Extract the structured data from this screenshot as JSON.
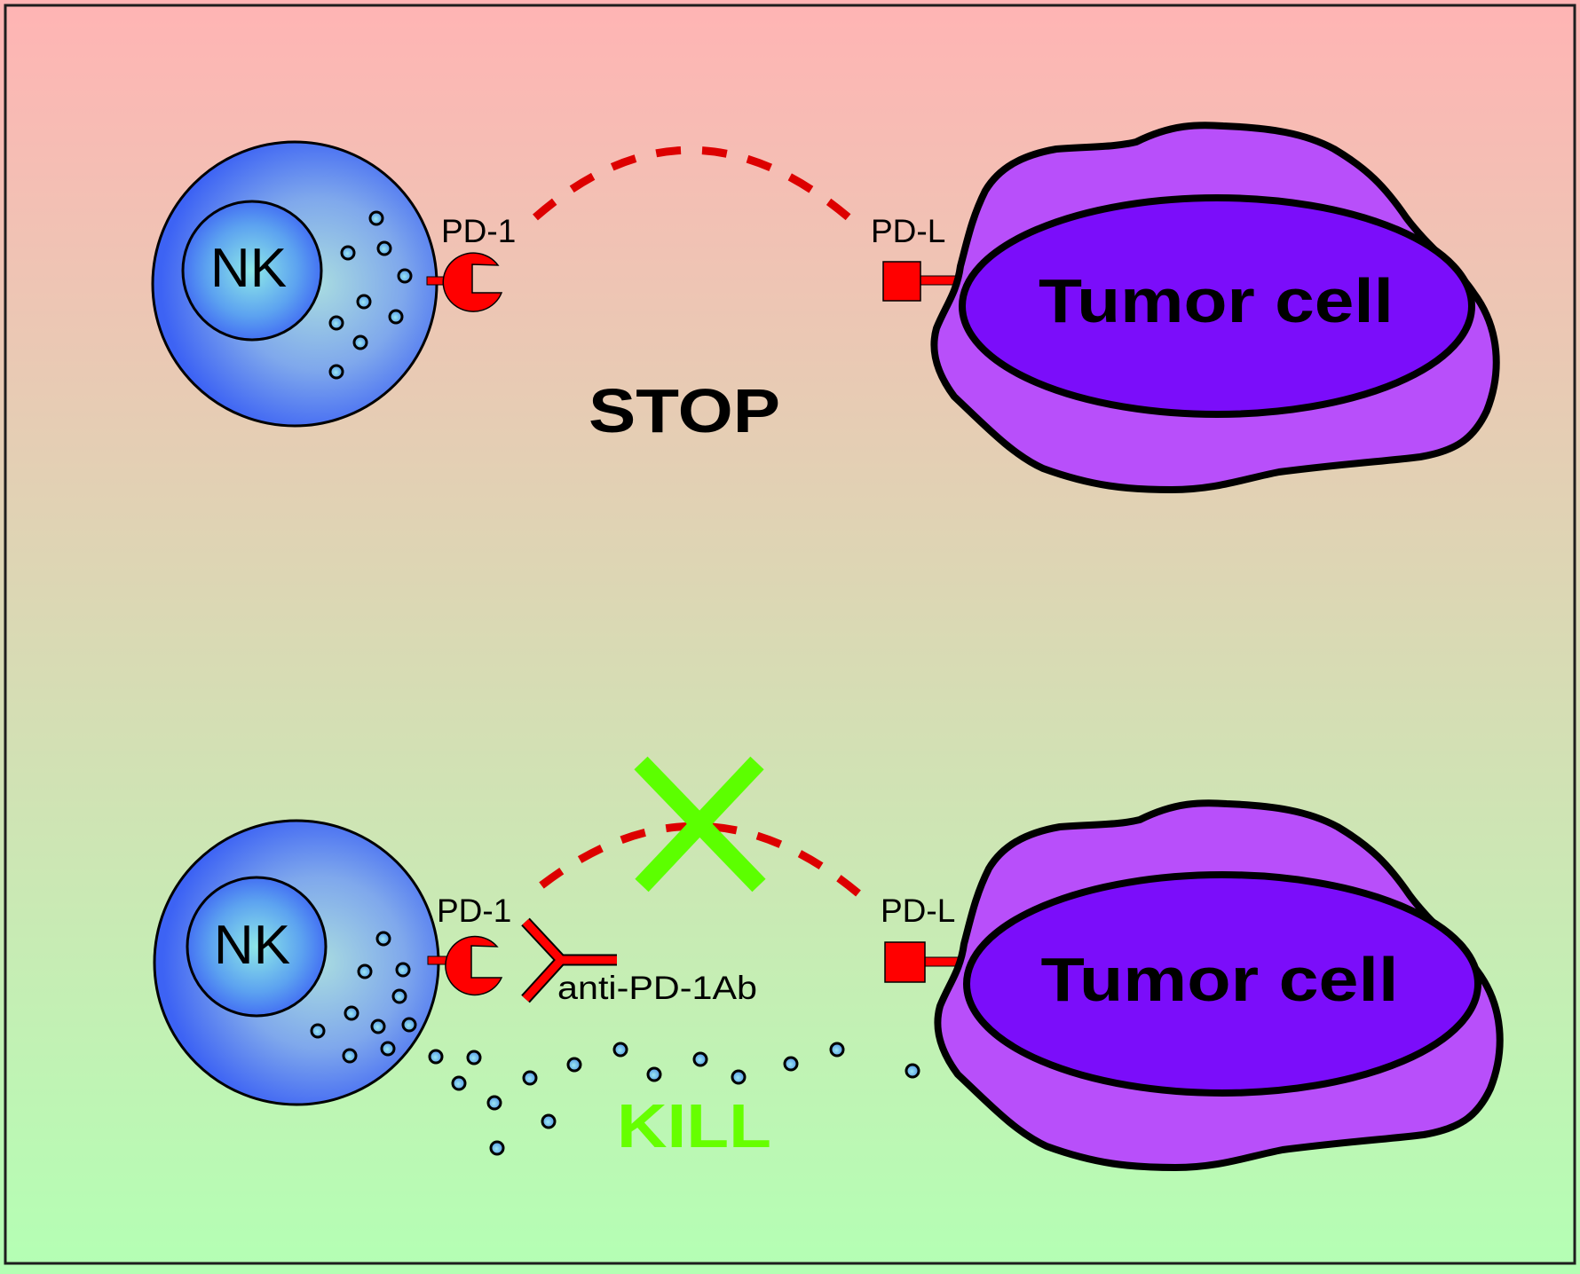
{
  "diagram": {
    "title": "PD-1 / PD-L checkpoint blockade of NK cells",
    "background": {
      "top_color": "#FFB4B4",
      "bottom_color": "#B4FFB4",
      "border_color": "#1E1E1E"
    },
    "colors": {
      "receptor": "#FF0000",
      "interaction_line": "#DD0000",
      "block_mark": "#5CFF00",
      "kill_text": "#66FF00",
      "tumor_cytoplasm": "#B84FFA",
      "tumor_nucleus": "#7B0DFA",
      "nk_edge": "#3D63F4",
      "nk_center": "#A9DCE0",
      "granule_light": "#9BE7F2",
      "granule_dark": "#4C8FE8"
    },
    "panels": [
      {
        "id": "top",
        "nk_label": "NK",
        "receptor_label": "PD-1",
        "ligand_label": "PD-L",
        "tumor_label": "Tumor cell",
        "outcome_label": "STOP",
        "interaction": "active",
        "antibody_label": null,
        "granules_released": 0
      },
      {
        "id": "bottom",
        "nk_label": "NK",
        "receptor_label": "PD-1",
        "ligand_label": "PD-L",
        "tumor_label": "Tumor cell",
        "outcome_label": "KILL",
        "interaction": "blocked",
        "antibody_label": "anti-PD-1Ab",
        "granules_released": 15
      }
    ]
  }
}
